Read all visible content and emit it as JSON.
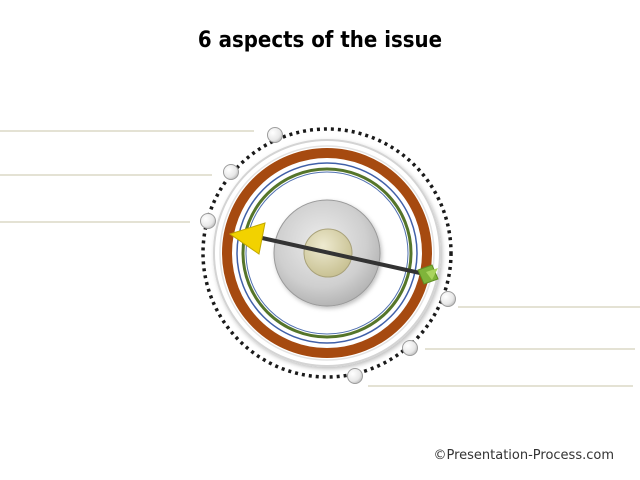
{
  "slide": {
    "title": "6 aspects of the issue",
    "copyright": "©Presentation-Process.com"
  },
  "diagram": {
    "aspect_count": 6,
    "colors": {
      "outer_ring": "#a64a10",
      "blue_ring": "#4060a8",
      "green_ring": "#55752a",
      "pointer_yellow": "#f2d200",
      "pointer_green": "#7fb43a",
      "hub": "#d9d4ae",
      "dotted_ring": "#1a1a1a",
      "leader_lines": "#c8c4a8"
    }
  }
}
